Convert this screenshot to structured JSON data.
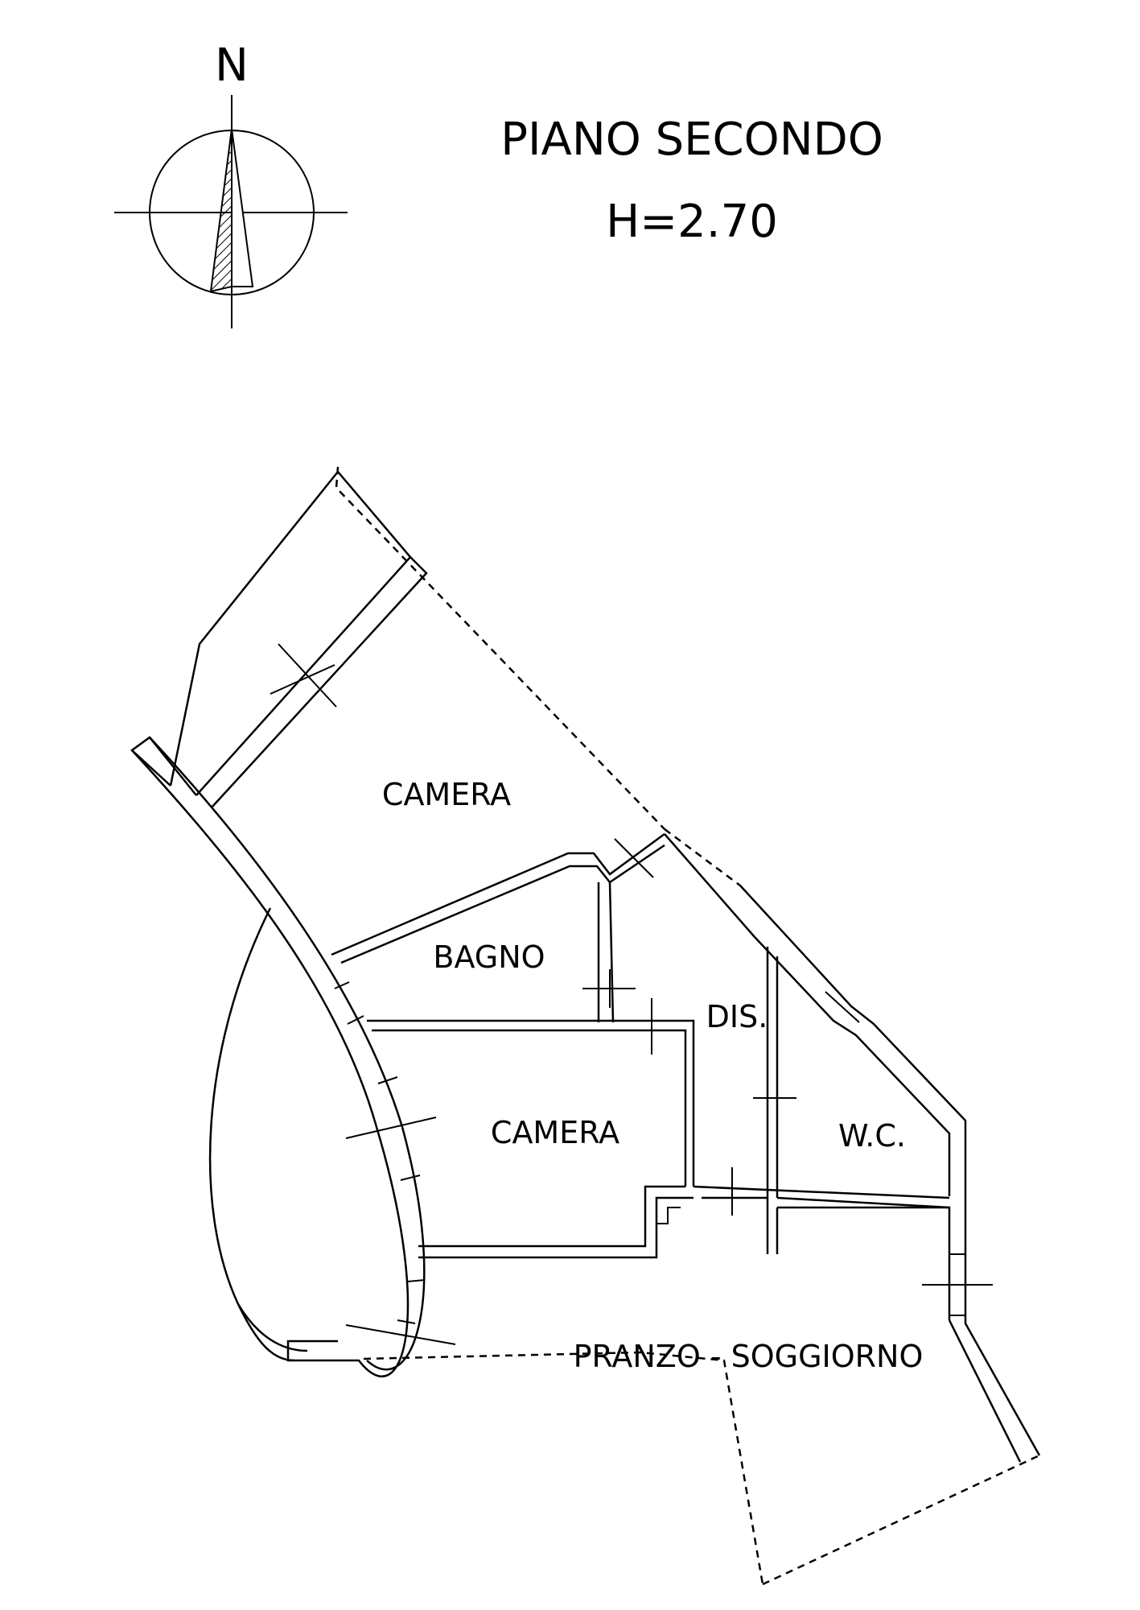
{
  "compass": {
    "north_label": "N"
  },
  "header": {
    "floor_name": "PIANO SECONDO",
    "height_label": "H=2.70"
  },
  "rooms": [
    {
      "id": "camera-1",
      "label": "CAMERA"
    },
    {
      "id": "bagno",
      "label": "BAGNO"
    },
    {
      "id": "dis",
      "label": "DIS."
    },
    {
      "id": "camera-2",
      "label": "CAMERA"
    },
    {
      "id": "wc",
      "label": "W.C."
    },
    {
      "id": "pranzo-soggiorno",
      "label": "PRANZO - SOGGIORNO"
    }
  ]
}
